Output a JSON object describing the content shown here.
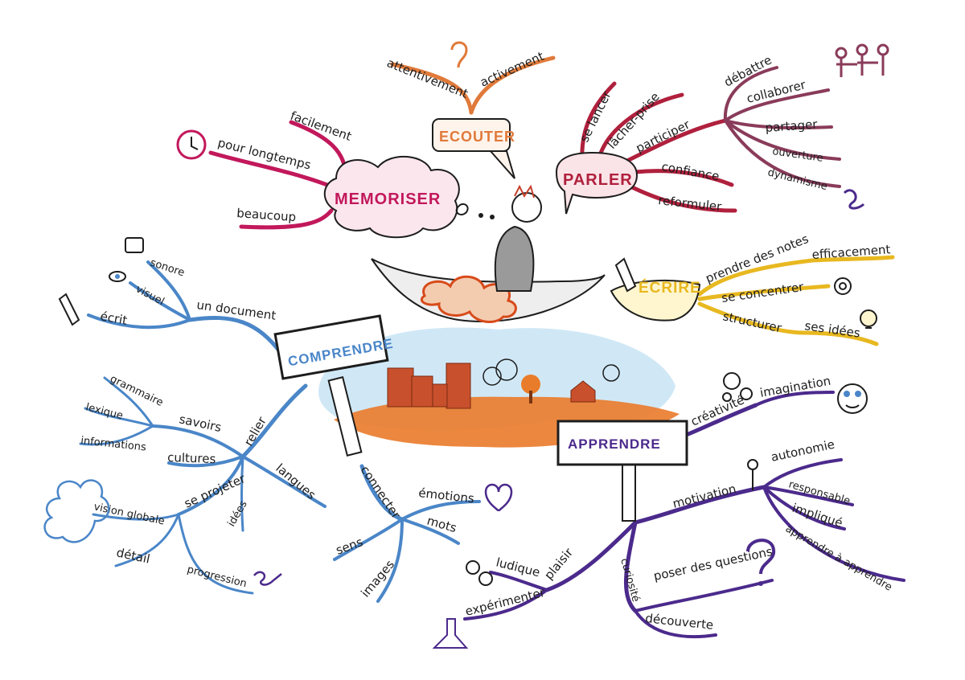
{
  "colors": {
    "memoriser": "#c2185b",
    "ecouter": "#e07a3a",
    "parler": "#b0203d",
    "ecrire": "#e8b820",
    "comprendre": "#4a86c8",
    "apprendre": "#4b2a8c",
    "ink": "#1d1d1d",
    "ground": "#ea7a2a",
    "sky": "#a9d6ee"
  },
  "hubs": {
    "memoriser": "MEMORISER",
    "ecouter": "ECOUTER",
    "parler": "PARLER",
    "ecrire": "ÉCRIRE",
    "comprendre": "COMPRENDRE",
    "apprendre": "APPRENDRE"
  },
  "memoriser": {
    "facilement": "facilement",
    "pour_longtemps": "pour longtemps",
    "beaucoup": "beaucoup"
  },
  "ecouter": {
    "attentivement": "attentivement",
    "activement": "activement"
  },
  "parler": {
    "se_lancer": "se lancer",
    "lacher_prise": "lâcher-prise",
    "participer": "participer",
    "debattre": "débattre",
    "collaborer": "collaborer",
    "partager": "partager",
    "ouverture": "ouverture",
    "dynamisme": "dynamisme",
    "confiance": "confiance",
    "reformuler": "reformuler"
  },
  "ecrire": {
    "prendre_des_notes": "prendre des notes",
    "efficacement": "efficacement",
    "se_concentrer": "se concentrer",
    "structurer": "structurer",
    "ses_idees": "ses idées"
  },
  "comprendre": {
    "un_document": "un document",
    "sonore": "sonore",
    "visuel": "visuel",
    "ecrit": "écrit",
    "relier": "relier",
    "savoirs": "savoirs",
    "grammaire": "grammaire",
    "lexique": "lexique",
    "informations": "informations",
    "cultures": "cultures",
    "langues": "langues",
    "se_projeter": "se projeter",
    "idees": "idées",
    "vision_globale": "vision globale",
    "detail": "détail",
    "progression": "progression",
    "connecter": "connecter",
    "emotions": "émotions",
    "mots": "mots",
    "sens": "sens",
    "images": "images"
  },
  "apprendre": {
    "creativite": "créativité",
    "imagination": "imagination",
    "motivation": "motivation",
    "autonomie": "autonomie",
    "responsable": "responsable",
    "implique": "impliqué",
    "apprendre_a_apprendre": "apprendre à apprendre",
    "plaisir": "plaisir",
    "ludique": "ludique",
    "experimenter": "expérimenter",
    "curiosite": "curiosité",
    "poser_des_questions": "poser des questions",
    "decouverte": "découverte"
  }
}
